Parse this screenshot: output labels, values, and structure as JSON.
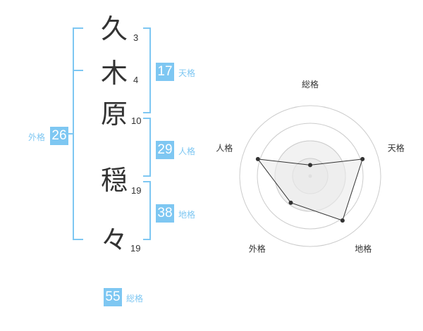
{
  "name_chars": [
    {
      "char": "久",
      "strokes": "3"
    },
    {
      "char": "木",
      "strokes": "4"
    },
    {
      "char": "原",
      "strokes": "10"
    },
    {
      "char": "穏",
      "strokes": "19"
    },
    {
      "char": "々",
      "strokes": "19"
    }
  ],
  "badges": {
    "gaikaku": {
      "value": "26",
      "label": "外格"
    },
    "tenkaku": {
      "value": "17",
      "label": "天格"
    },
    "jinkaku": {
      "value": "29",
      "label": "人格"
    },
    "chikaku": {
      "value": "38",
      "label": "地格"
    },
    "soukaku": {
      "value": "55",
      "label": "総格"
    }
  },
  "colors": {
    "accent": "#7ec7f2",
    "text": "#333333",
    "grid": "#cccccc",
    "polygon_fill": "#efefef"
  },
  "chart_data": {
    "type": "radar",
    "axes": [
      "総格",
      "天格",
      "地格",
      "外格",
      "人格"
    ],
    "values": [
      0.2,
      1.0,
      1.0,
      0.6,
      1.0
    ],
    "rings": 4
  }
}
